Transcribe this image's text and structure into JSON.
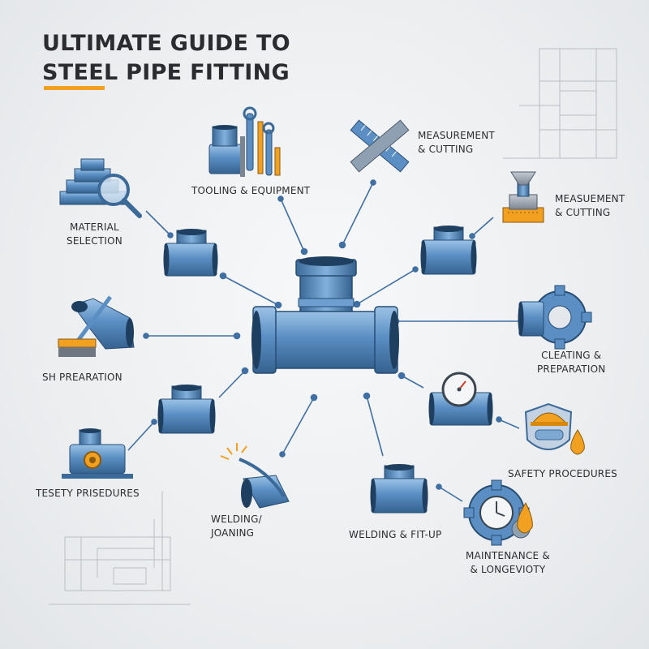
{
  "title": {
    "line1": "ULTIMATE GUIDE TO",
    "line2": "STEEL PIPE FITTING"
  },
  "labels": {
    "tooling": "TOOLING & EQUIPMENT",
    "measurement_top": [
      "MEASUREMENT",
      "& CUTTING"
    ],
    "measurement_right": [
      "MEASUEMENT",
      "& CUTTING"
    ],
    "material": [
      "MATERIAL",
      "SELECTION"
    ],
    "preparation_left": "SH PREARATION",
    "cleaning": [
      "CLEATING &",
      "PREPARATION"
    ],
    "safety_left": "TESETY PRISEDURES",
    "safety_right": "SAFETY PROCEDURES",
    "welding_joining": [
      "WELDING/",
      "JOANING"
    ],
    "welding_fitup": "WELDING & FIT-UP",
    "maintenance": [
      "MAINTENANCE &",
      "& LONGEVIOTY"
    ]
  },
  "colors": {
    "pipe_blue": "#5b8fc4",
    "pipe_dark": "#2f5d8f",
    "accent_orange": "#f2a01f",
    "connector": "#3f6fa3"
  },
  "icons": [
    "tooling-icon",
    "ruler-saw-icon",
    "pipe-cutter-icon",
    "material-stack-icon",
    "brush-icon",
    "gear-pipe-icon",
    "gauge-pipe-icon",
    "safety-helmet-icon",
    "valve-icon",
    "welding-torch-icon",
    "maintenance-gear-icon",
    "blueprint-icon"
  ]
}
